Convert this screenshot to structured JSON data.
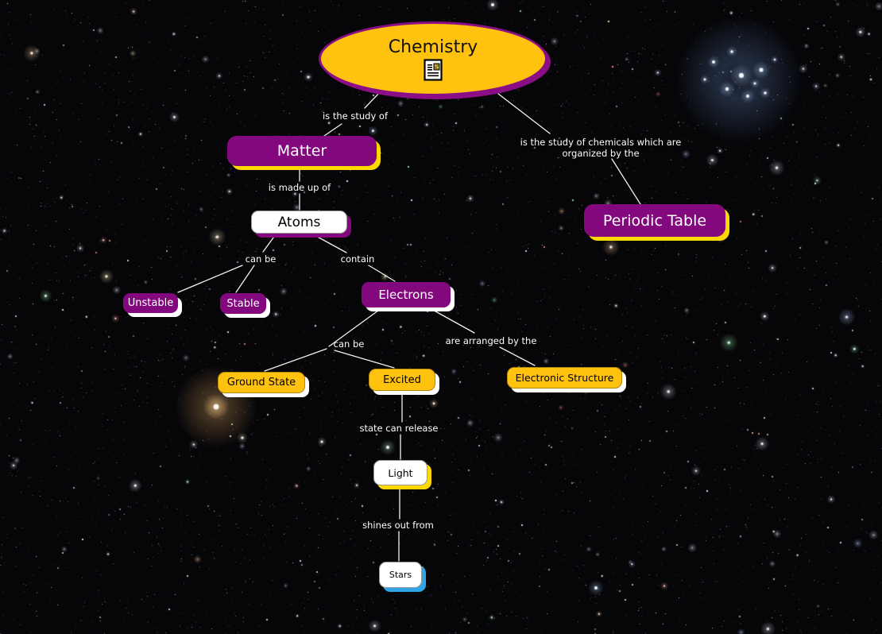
{
  "nodes": {
    "chemistry": {
      "label": "Chemistry"
    },
    "matter": {
      "label": "Matter"
    },
    "periodic_table": {
      "label": "Periodic Table"
    },
    "atoms": {
      "label": "Atoms"
    },
    "unstable": {
      "label": "Unstable"
    },
    "stable": {
      "label": "Stable"
    },
    "electrons": {
      "label": "Electrons"
    },
    "ground_state": {
      "label": "Ground State"
    },
    "excited": {
      "label": "Excited"
    },
    "electronic_structure": {
      "label": "Electronic Structure"
    },
    "light": {
      "label": "Light"
    },
    "stars": {
      "label": "Stars"
    }
  },
  "links": {
    "is_the_study_of": {
      "label": "is the study of"
    },
    "organized_by": {
      "label": "is the study of chemicals which are organized by the"
    },
    "is_made_up_of": {
      "label": "is made up of"
    },
    "can_be_atoms": {
      "label": "can be"
    },
    "contain": {
      "label": "contain"
    },
    "can_be_electrons": {
      "label": "can be"
    },
    "are_arranged_by_the": {
      "label": "are arranged by the"
    },
    "state_can_release": {
      "label": "state can release"
    },
    "shines_out_from": {
      "label": "shines out from"
    }
  },
  "icons": {
    "chemistry_resource": "document-resource-icon"
  },
  "colors": {
    "gold": "#FFC20E",
    "purple": "#83087E",
    "purple_dark": "#8C0E86",
    "shadow_yellow": "#FFD800",
    "shadow_blue": "#2FA5E8",
    "line_color": "#FFFFFF",
    "label_color": "#FFFFFF"
  }
}
